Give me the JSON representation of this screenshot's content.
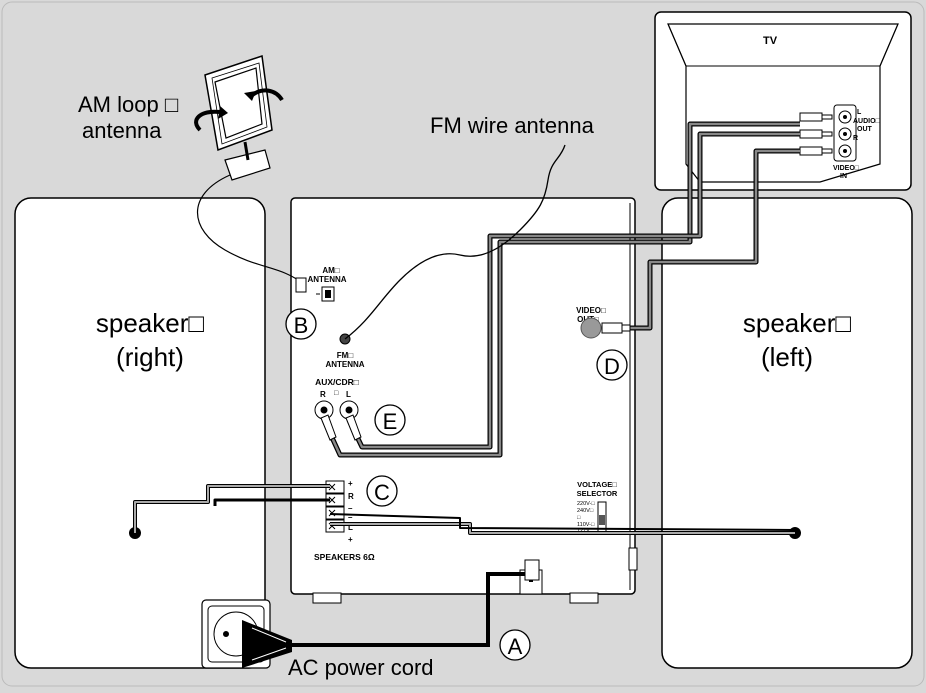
{
  "labels": {
    "am_loop_line1": "AM loop □",
    "am_loop_line2": "antenna",
    "fm_wire": "FM wire antenna",
    "ac_power": "AC power cord",
    "tv": "TV",
    "speaker_right_line1": "speaker□",
    "speaker_right_line2": "(right)",
    "speaker_left_line1": "speaker□",
    "speaker_left_line2": "(left)"
  },
  "callouts": {
    "a": "A",
    "b": "B",
    "c": "C",
    "d": "D",
    "e": "E"
  },
  "unit_labels": {
    "am_antenna_1": "AM□",
    "am_antenna_2": "ANTENNA",
    "fm_antenna_1": "FM□",
    "fm_antenna_2": "ANTENNA",
    "aux_cdr": "AUX/CDR□",
    "aux_r": "R",
    "aux_mid": "□",
    "aux_l": "L",
    "video_out_1": "VIDEO□",
    "video_out_2": "OUT□",
    "voltage_1": "VOLTAGE□",
    "voltage_2": "SELECTOR",
    "v_220": "220V-□",
    "v_240": "240V□",
    "v_sq": "□",
    "v_110": "110V-□",
    "v_127": "127V",
    "spk_plus_top": "+",
    "spk_r": "R",
    "spk_minus_1": "–",
    "spk_minus_2": "–",
    "spk_l": "L",
    "spk_plus_bot": "+",
    "speakers_6": "SPEAKERS 6Ω"
  },
  "tv_labels": {
    "audio_l": "L",
    "audio_out_1": "AUDIO□",
    "audio_out_2": "OUT",
    "audio_r": "R",
    "video_in_1": "VIDEO□",
    "video_in_2": "IN"
  },
  "icons": [
    "am-loop-antenna-icon",
    "wall-socket-icon",
    "power-plug-icon",
    "rca-plug-icon"
  ]
}
